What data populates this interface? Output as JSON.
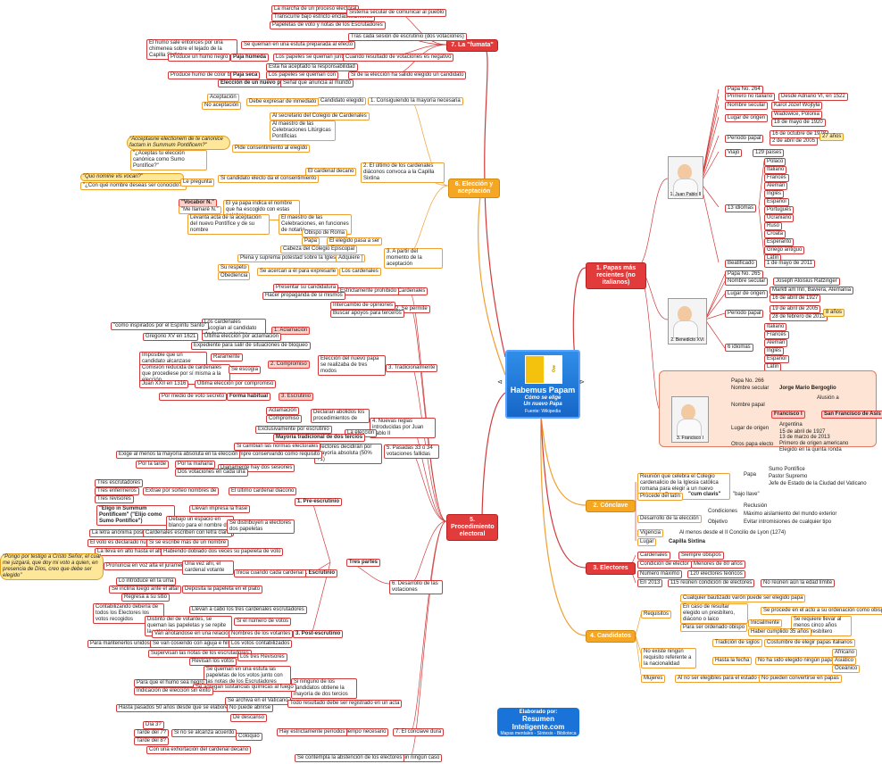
{
  "center": {
    "title": "Habemus Papam",
    "subtitle": "Cómo se elige",
    "subtitle2": "Un nuevo Papa",
    "source": "Fuente: Wikipedia"
  },
  "logo": {
    "line1": "Elaborado por:",
    "line2": "Resumen Inteligente.com",
    "line3": "Mapas mentales - Síntesis - Biblioteca"
  },
  "branches": {
    "b1": "1. Papas más recientes (no italianos)",
    "b2": "2. Cónclave",
    "b3": "3. Electores",
    "b4": "4. Candidatos",
    "b5": "5. Procedimiento electoral",
    "b6": "6. Elección y aceptación",
    "b7": "7. La \"fumata\""
  },
  "jp2": {
    "caption": "1. Juan Pablo II",
    "papa_no": "Papa No. 264",
    "primero": "Primero no italiano",
    "desde": "Desde Adriano VI, en 1522",
    "nombre": "Nombre secular",
    "karol": "Karol Józef Wojtyła",
    "lugar": "Lugar de origen",
    "wadowice": "Wadowice, Polonia",
    "nac": "18 de mayo de 1920",
    "periodo": "Período papal",
    "p1": "16 de octubre de 1978",
    "p2": "2 de abril de 2005",
    "anos": "27 años",
    "viajo": "Viajó",
    "paises": "129 países",
    "idiomas": "13 idiomas",
    "langs": [
      "Polaco",
      "Italiano",
      "Francés",
      "Alemán",
      "Inglés",
      "Español",
      "Portugués",
      "Ucraniano",
      "Ruso",
      "Croata",
      "Esperanto",
      "Griego antiguo",
      "Latín"
    ],
    "beat": "Beatificado",
    "beat_date": "1 de mayo de 2011"
  },
  "b16": {
    "caption": "2. Benedicto XVI",
    "papa_no": "Papa No. 265",
    "nombre": "Nombre secular",
    "joseph": "Joseph Aloisius Ratzinger",
    "lugar": "Lugar de origen",
    "markt": "Marktl am Inn, Baviera, Alemania",
    "nac": "16 de abril de 1927",
    "periodo": "Período papal",
    "p1": "19 de abril de 2005",
    "p2": "28 de febrero de 2013",
    "anos": "8 años",
    "idiomas": "6 idiomas",
    "langs": [
      "Italiano",
      "Francés",
      "Alemán",
      "Inglés",
      "Español",
      "Latín"
    ]
  },
  "fr": {
    "caption": "3. Francisco I",
    "papa_no": "Papa No. 266",
    "nombre": "Nombre secular",
    "jorge": "Jorge Mario Bergoglio",
    "npapal": "Nombre papal",
    "alusion": "Alusión a",
    "franc": "Francisco I",
    "asis": "San Francisco de Asís",
    "lugar": "Lugar de origen",
    "arg": "Argentina",
    "nac": "15 de abril de 1927",
    "otros": "Otros papa electo",
    "o1": "13 de marzo de 2013",
    "o2": "Primero de origen americano",
    "o3": "Elegido en la quinta ronda"
  },
  "conclave": {
    "reunion": "Reunión que celebra el Colegio cardenalicio de la Iglesia católica romana para elegir a un nuevo obispo de Roma",
    "papa": "Papa",
    "sumo": "Sumo Pontífice",
    "pastor": "Pastor Supremo",
    "jefe": "Jefe de Estado de la Ciudad del Vaticano",
    "procede": "Procede del latín",
    "cum": "\"cum clavis\"",
    "llave": "\"bajo llave\"",
    "desarrollo": "Desarrollo de la elección",
    "condiciones": "Condiciones",
    "reclusion": "Reclusión",
    "maximo": "Máximo aislamiento del mundo exterior",
    "objetivo": "Objetivo",
    "evitar": "Evitar intromisiones de cualquier tipo",
    "vigencia": "Vigencia",
    "lyon": "Al menos desde el II Concilio de Lyon (1274)",
    "lugar": "Lugar",
    "sixtina": "Capilla Sixtina"
  },
  "electores": {
    "cardenales": "Cardenales",
    "siempre": "Siempre obispos",
    "condicion": "Condición de elector",
    "menos80": "Menores de 80 años",
    "maximo": "Número máximo",
    "ciento20": "120 electores teóricos",
    "en2013": "En 2013",
    "c115": "115 reúnen condición de electores",
    "nolo": "No reúnen aún la edad límite"
  },
  "candidatos": {
    "requisitos": "Requisitos",
    "varon": "Cualquier bautizado varón puede ser elegido papa",
    "caso": "En caso de resultar elegido un presbítero, diácono o laico",
    "ordenado": "Se procede en el acto a su ordenación como obispo",
    "para": "Para ser ordenado obispo",
    "inicial": "Inicialmente",
    "presb": "Se requiere llevar al menos cinco años como presbítero",
    "hacer": "Haber cumplido 35 años",
    "noexiste": "No existe ningún requisito referente a la nacionalidad",
    "tradicion": "Tradición de siglos",
    "italianos": "Costumbre de elegir papas italianos",
    "hasta": "Hasta la fecha",
    "nuncahay": "No ha sido elegido ningún papa",
    "africano": "Africano",
    "asiatico": "Asiático",
    "oceanico": "Oceánico",
    "mujeres": "Mujeres",
    "alno": "Al no ser elegibles para el estado clerical",
    "nopueden": "No pueden convertirse en papas"
  },
  "proc": {
    "n1": "1. Cardenales",
    "estr": "Estrictamente prohibido",
    "presentar": "Presentar su candidatura",
    "hacer": "Hacer propaganda de sí mismos",
    "n2": "2. Se permite",
    "intercambio": "Intercambio de opiniones",
    "buscar": "Buscar apoyos para terceros",
    "n3": "3. Tradicionalmente",
    "eleccion3": "Elección del nuevo papa se realizaba de tres modos",
    "aclamacion": "1. Aclamación",
    "loscard": "Los cardenales escogían al candidato de forma unánime",
    "inspirados": "\"como inspirados por el Espíritu Santo\"",
    "ultima": "Última elección por aclamación",
    "gregorio": "Gregorio XV en 1621",
    "compromiso": "2. Compromiso",
    "expediente": "Expediente para salir de situaciones de bloqueo",
    "imposible": "Imposible que un candidato alcanzase votos suficientes",
    "raramente": "Raramente",
    "comision": "Comisión reducida de cardenales que procediese por sí misma a la elección",
    "se_escogia": "Se escogía",
    "juan": "Juan XXII en 1316",
    "ultima2": "Última elección por compromiso",
    "escrutinio": "3. Escrutinio",
    "habitual": "Forma habitual",
    "secreto": "Por medio de voto secreto",
    "n4": "4. Nuevas reglas introducidas por Juan Pablo II",
    "aclam2": "Aclamación",
    "comp2": "Compromiso",
    "declaran": "Declaran abolidos los procedimientos de",
    "exclus": "Exclusivamente por escrutinio",
    "laeleccion": "La elección",
    "mayoria": "Mayoría tradicional de dos tercios",
    "n5": "5. Pasadas 33 o 34 votaciones fallidas",
    "electores": "Electores decidirán por mayoría absoluta (50% +1)",
    "cambian": "Si cambian las normas electorales",
    "sigue": "Siempre conservando como requisito",
    "exige": "Exige al menos la mayoría absoluta en la elección",
    "n6": "6. Desarrollo de las votaciones",
    "tres": "Tres partes",
    "pre": "1. Pre-escrutinio",
    "por_la": "Por la tarde",
    "manana": "Por la mañana",
    "diariamente": "Diariamente hay dos sesiones",
    "dos_vot": "Dos votaciones en cada una",
    "tres_esc": "Tres escrutadores",
    "tres_enf": "Tres enfermeros",
    "tres_rev": "Tres revisores",
    "extrae": "Extrae por sorteo nombres de",
    "el_ultimo": "El último cardenal diácono",
    "eligo": "\"Eligo in Summum Pontificem\" (\"Elijo como Sumo Pontífice\")",
    "llevan": "Llevan impresa la frase",
    "debajo": "Debajo un espacio en blanco para el nombre del elegido",
    "letra": "La letra anónima posible",
    "cardenal_esc": "Cardenales escriben con letra clara",
    "nulo": "El voto es declarado nulo",
    "masnom": "Si se escribe más de un nombre",
    "distribuyen": "Se distribuyen a electores dos papeletas",
    "escrut": "2. Escrutinio",
    "llevala": "La lleva en alto hasta el altar",
    "doblada": "Habiendo doblado dos veces su papeleta de voto",
    "speech": "\"Pongo por testigo a Cristo Señor, el cual me juzgará, que doy mi voto a quien, en presencia de Dios, creo que debe ser elegido\"",
    "pronuncia": "Pronuncia en voz alta el juramento",
    "unavez": "Una vez ahí, el cardenal votante",
    "inicia": "Inicia cuando cada cardenal",
    "introduce": "Lo introduce en la urna",
    "inclina": "Se inclina luego ante el altar",
    "regresa": "Regresa a su sitio",
    "deposita": "Deposita la papeleta en el plato",
    "post": "3. Post-escrutinio",
    "contabiliza": "Contabilizando debería de todos los Electores los votos recogidos",
    "llevan_todo": "Llevan a cabo los tres cardenales escrutadores",
    "distinto": "Distinto del de votantes, se queman las papeletas y se repite la votación",
    "si_num": "Si el número de votos",
    "unavez2": "Van anotándose en una relación",
    "nombres": "Nombres de los votantes",
    "para_mant": "Para mantenerlos unidos",
    "enhebr": "Se van cosiendo con aguja e hilo",
    "los_votos": "Los votos contabilizados",
    "supervisan": "Supervisan las notas de los escrutadores",
    "revisores": "Los tres Revisores",
    "revisan": "Revisan los votos",
    "queman": "Se queman en una estufa las papeletas de los votos junto con las notas de los Escrutadores",
    "si_ninguno": "Si ninguno de los candidatos obtiene la mayoría de dos tercios",
    "humo": "Para que el humo sea negro",
    "agregan": "Se agregan sustancias químicas al fuego",
    "indicacion": "Indicación de elección sin éxito",
    "archiva": "Se archiva en el Vaticano",
    "hasta": "Hasta pasados 50 años desde que se elabore el acta",
    "nopuede": "No puede abrirse",
    "todo": "Todo resultado debe ser registrado en un acta",
    "n7": "7. El cónclave dura",
    "tiempo": "Tiempo necesario",
    "hay": "Hay estrictamente períodos",
    "dedescanso": "De descanso",
    "dia3": "Día 3?",
    "tarde5": "Tarde del 7?",
    "tarde8": "Tarde del 8?",
    "sino": "Si no se alcanza acuerdo",
    "coloquio": "Coloquio",
    "exhort": "Con una exhortación del cardenal decano",
    "n8": "8. Sin ningún caso",
    "contempla": "Se contempla la abstención de los electores"
  },
  "elec": {
    "n1": "1. Consiguiendo la mayoría necesaria",
    "cand": "Candidato elegido",
    "debe": "Debe expresar de inmediato",
    "acept": "Aceptación",
    "noacept": "No aceptación",
    "n2": "2. El último de los cardenales diáconos convoca a la Capilla Sixtina",
    "alsecr": "Al secretario del Colegio de Cardenales",
    "almaes": "Al maestro de las Celebraciones Litúrgicas Pontificias",
    "card_decano": "El cardenal decano",
    "speech1": "\"Acceptasne electionem de te canonice factam in Summum Pontificem?\"",
    "speech1b": "\"¿Aceptas tu elección canónica como Sumo Pontífice?\"",
    "pide": "Pide consentimiento al elegido",
    "speech2": "\"Quo nomine vis vocari?\"",
    "speech2b": "\"¿Con qué nombre deseas ser conocido?\"",
    "lepregunta": "Le pregunta",
    "sicand": "Si candidato electo da el consentimiento",
    "vocabor": "\"Vocabor N.\"",
    "mellamare": "\"Me llamaré N.\"",
    "elnuevo": "El ya papa indica el nombre que ha escogido con estas palabras",
    "levanta": "Levanta acta de la aceptación del nuevo Pontífice y de su nombre",
    "maestro": "El maestro de las Celebraciones, en funciones de notario",
    "n3": "3. A partir del momento de la aceptación",
    "obispo": "Obispo de Roma",
    "papa": "Papa",
    "cabeza": "Cabeza del Colegio Episcopal",
    "elegido": "El elegido pasa a ser",
    "plena": "Plena y suprema potestad sobre la Iglesia universal",
    "adquiere": "Adquiere",
    "surespeto": "Su respeto",
    "obediencia": "Obediencia",
    "seacercan": "Se acercan a él para expresarle",
    "loscard": "Los cardenales"
  },
  "fumata": {
    "marcha": "La marcha de un proceso electoral",
    "transcurre": "Transcurre bajo estricto enclaustramiento",
    "sistema": "Sistema secular de comunicar al pueblo",
    "papeletas": "Papeletas de voto y notas de los Escrutadores",
    "tras": "Tras cada sesión de escrutinio (dos votaciones)",
    "humo": "El humo sale entonces por una chimenea sobre el tejado de la Capilla Sixtina",
    "queman": "Se queman en una estufa preparada al efecto",
    "produce": "Produce un humo negro",
    "paja": "Paja húmeda",
    "papeles": "Los papeles se queman junto con",
    "cuando": "Cuando resultado de votaciones es negativo",
    "esta": "Esta ha aceptado la responsabilidad",
    "produceb": "Produce humo de color blanco",
    "pajaseca": "Paja seca",
    "papelesb": "Los papeles se queman con",
    "si": "Si de la elección ha salido elegido un candidato",
    "elecc": "Elección de un nuevo papa",
    "senal": "Señal que anuncia al mundo"
  }
}
